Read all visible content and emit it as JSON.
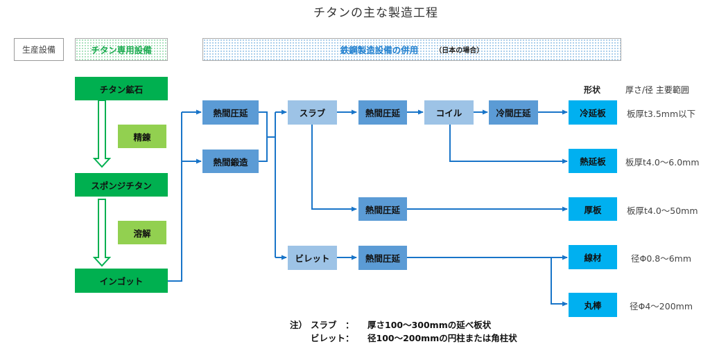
{
  "title": "チタンの主な製造工程",
  "legend": {
    "production_equipment": "生産設備",
    "titanium_dedicated": "チタン専用設備",
    "steel_shared": "鉄鋼製造設備の併用",
    "steel_shared_note": "（日本の場合）"
  },
  "titanium_process": {
    "ore": "チタン鉱石",
    "refining": "精錬",
    "sponge": "スポンジチタン",
    "melting": "溶解",
    "ingot": "インゴット"
  },
  "steel_process": {
    "hot_rolling_1": "熱間圧延",
    "hot_forging": "熱間鍛造",
    "slab": "スラブ",
    "billet": "ビレット",
    "hot_rolling_slab_coil": "熱間圧延",
    "coil": "コイル",
    "cold_rolling": "冷間圧延",
    "hot_rolling_plate": "熱間圧延",
    "hot_rolling_billet": "熱間圧延"
  },
  "products_header": {
    "shape": "形状",
    "range": "厚さ/径 主要範囲"
  },
  "products": [
    {
      "name": "冷延板",
      "spec": "板厚t3.5mm以下"
    },
    {
      "name": "熱延板",
      "spec": "板厚t4.0〜6.0mm"
    },
    {
      "name": "厚板",
      "spec": "板厚t4.0〜50mm"
    },
    {
      "name": "線材",
      "spec": "径Φ0.8〜6mm"
    },
    {
      "name": "丸棒",
      "spec": "径Φ4〜200mm"
    }
  ],
  "notes": {
    "prefix": "注）",
    "slab_label": "スラブ　：",
    "slab_text": "厚さ100〜300mmの延べ板状",
    "billet_label": "ビレット：",
    "billet_text": "径100〜200mmの円柱または角柱状"
  },
  "colors": {
    "titanium_dark_green": "#00b050",
    "titanium_light_green": "#92d050",
    "steel_mid_blue": "#5b9bd5",
    "steel_light_blue": "#9dc3e6",
    "product_cyan": "#00b0f0",
    "flow_line_blue": "#1874c8"
  }
}
